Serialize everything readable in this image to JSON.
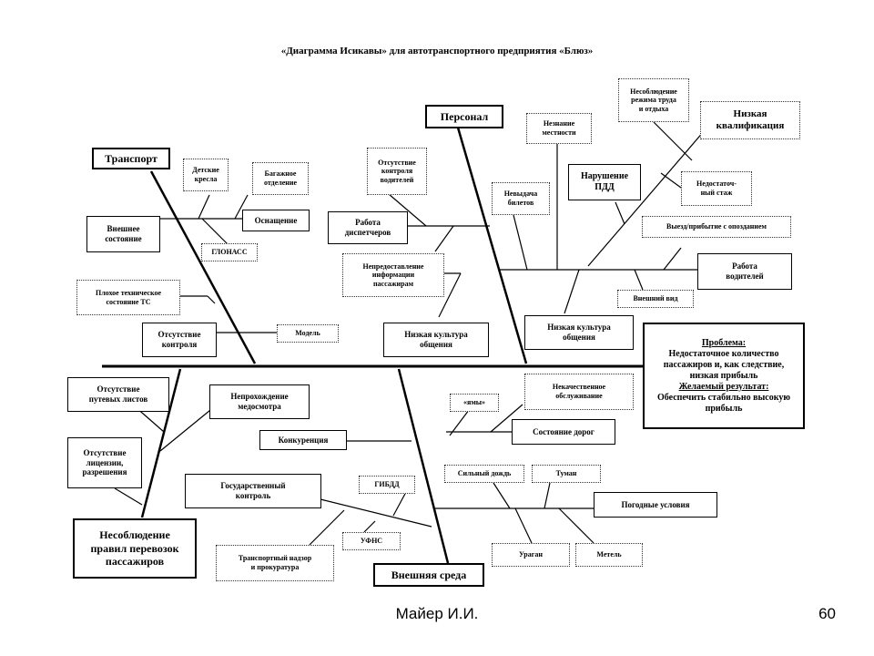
{
  "title": "«Диаграмма Исикавы» для автотранспортного предприятия «Блюз»",
  "footer": {
    "author": "Майер И.И.",
    "page": "60"
  },
  "problem": {
    "label": "Проблема:",
    "text": " Недостаточное количество пассажиров и, как следствие, низкая прибыль",
    "result_label": "Желаемый результат:",
    "result_text": " Обеспечить стабильно высокую прибыль"
  },
  "branches": {
    "transport": "Транспорт",
    "personnel": "Персонал",
    "rules": "Несоблюдение\nправил перевозок\nпассажиров",
    "environment": "Внешняя среда"
  },
  "causes": {
    "child_seats": "Детские\nкресла",
    "luggage": "Багажное\nотделение",
    "equipment": "Оснащение",
    "appearance_state": "Внешнее\nсостояние",
    "glonass": "ГЛОНАСС",
    "bad_condition": "Плохое техническое\nсостояние ТС",
    "no_control": "Отсутствие\nконтроля",
    "model": "Модель",
    "no_driver_control": "Отсутствие\nконтроля\nводителей",
    "dispatchers": "Работа\nдиспетчеров",
    "no_info": "Непредоставление\nинформации\nпассажирам",
    "low_culture_1": "Низкая культура\nобщения",
    "no_tickets": "Невыдача\nбилетов",
    "no_area_knowledge": "Незнание\nместности",
    "work_rest": "Несоблюдение\nрежима труда\nи отдыха",
    "low_qualification": "Низкая\nквалификация",
    "traffic_violation": "Нарушение\nПДД",
    "short_experience": "Недостаточ-\nный стаж",
    "late_departure": "Выезд/прибытие с опозданием",
    "driver_work": "Работа\nводителей",
    "appearance": "Внешний вид",
    "low_culture_2": "Низкая культура\nобщения",
    "no_waybills": "Отсутствие\nпутевых листов",
    "no_medical": "Непрохождение\nмедосмотра",
    "no_license": "Отсутствие\nлицензии,\nразрешения",
    "competition": "Конкуренция",
    "state_control": "Государственный\nконтроль",
    "gibdd": "ГИБДД",
    "ufns": "УФНС",
    "transport_supervision": "Транспортный надзор\nи прокуратура",
    "pits": "«ямы»",
    "bad_service": "Некачественное\nобслуживание",
    "road_condition": "Состояние дорог",
    "heavy_rain": "Сильный дождь",
    "fog": "Туман",
    "weather": "Погодные условия",
    "hurricane": "Ураган",
    "blizzard": "Метель"
  }
}
